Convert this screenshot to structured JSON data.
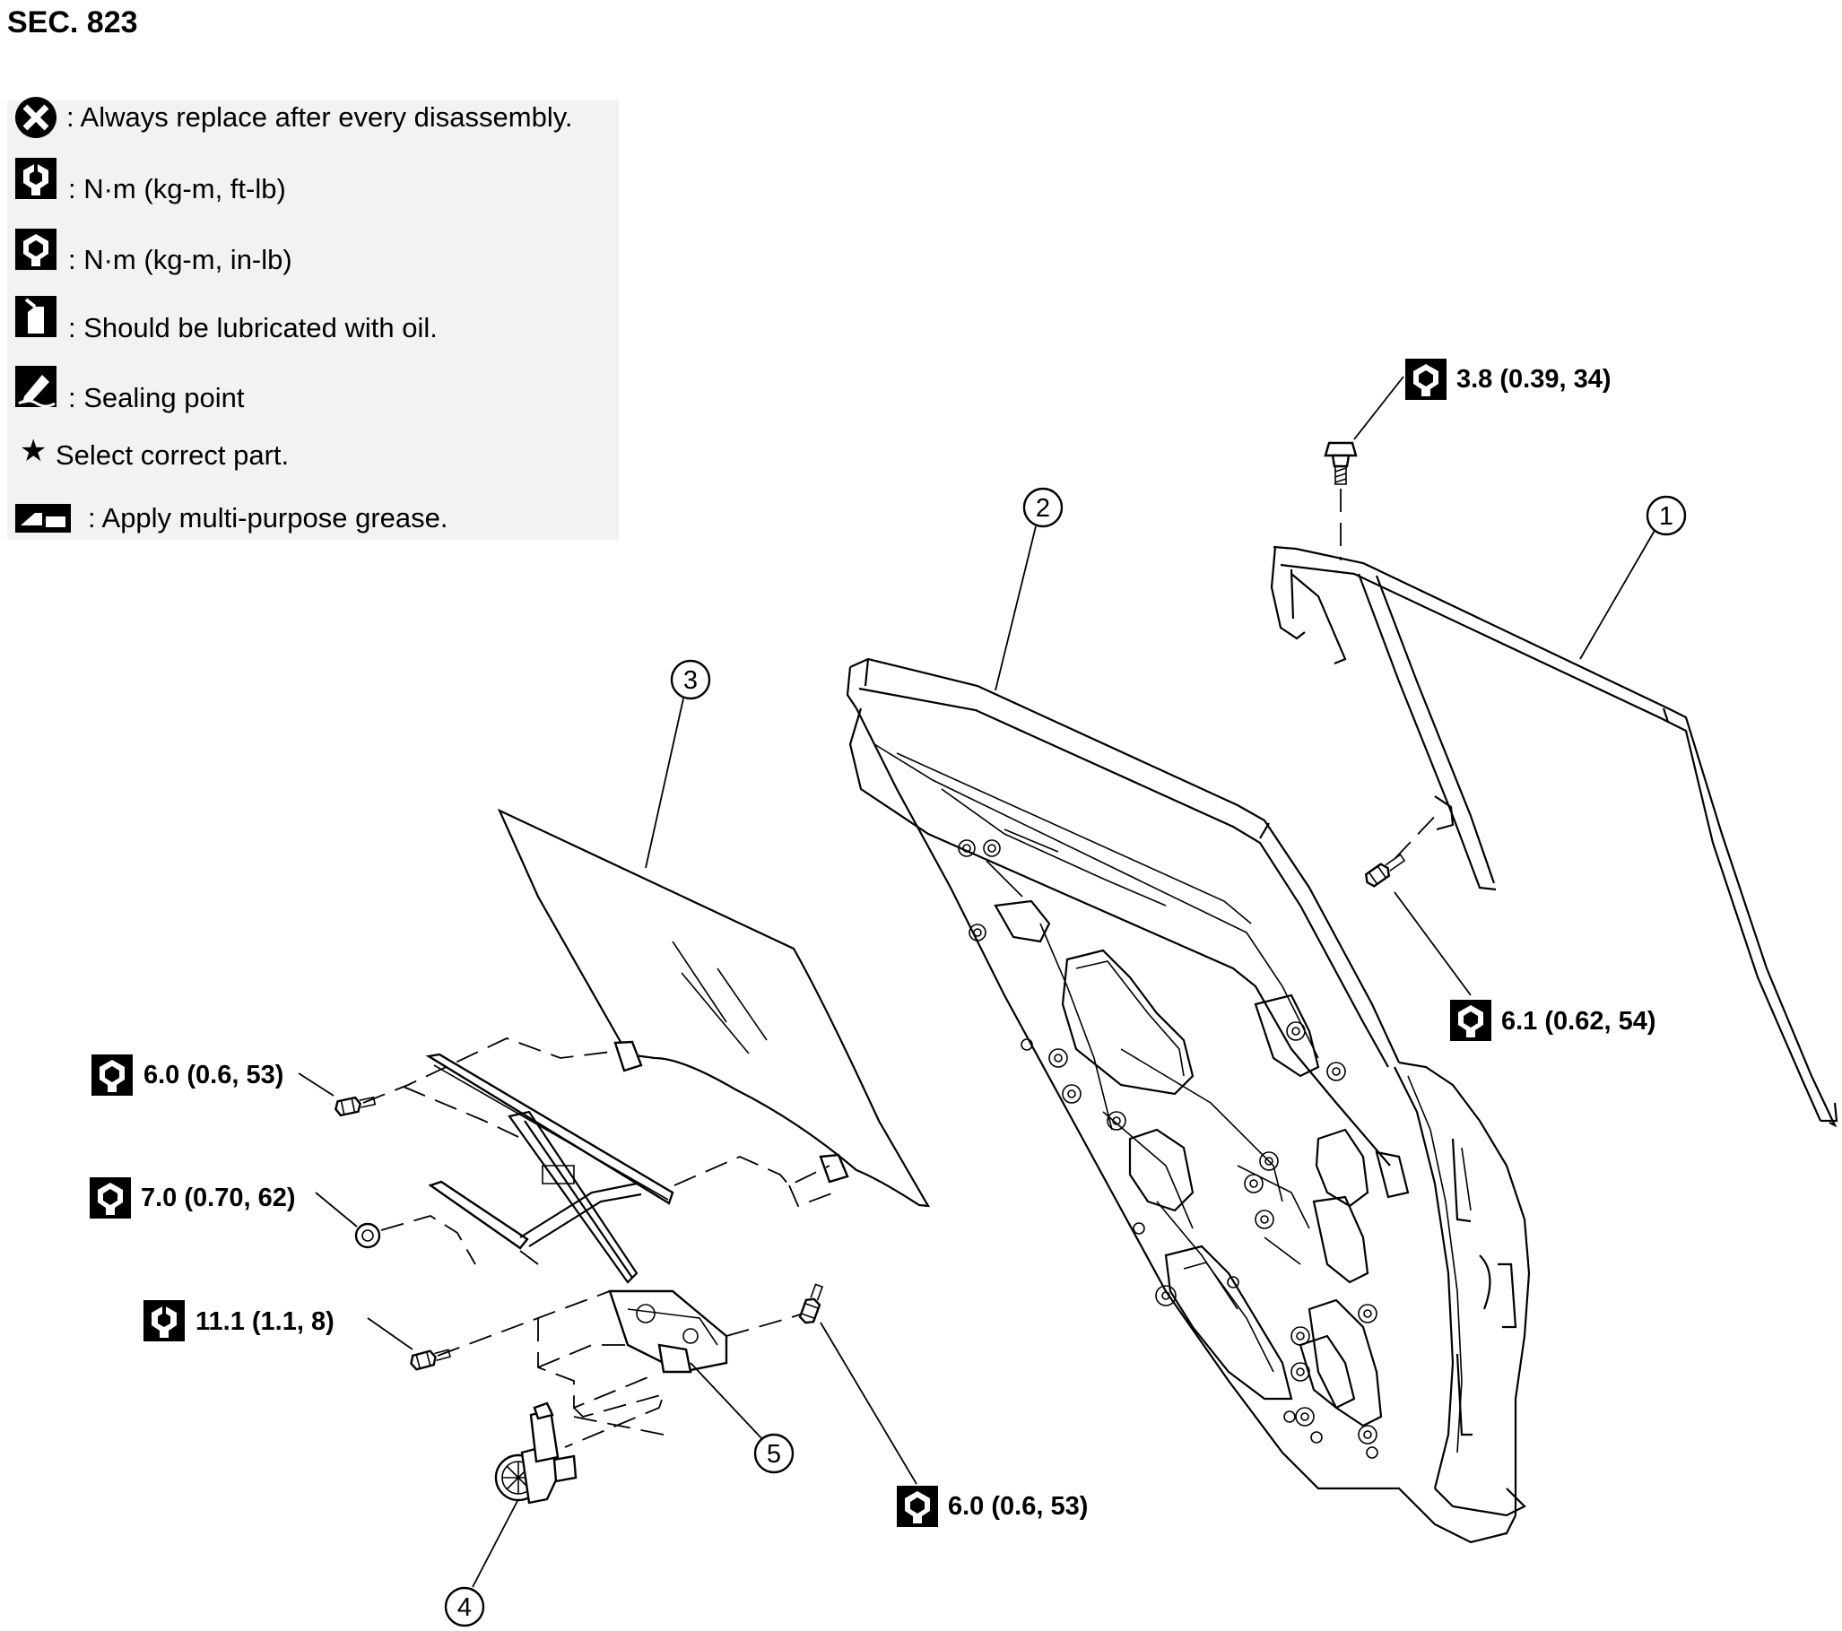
{
  "section": "SEC. 823",
  "legend": [
    {
      "icon": "x-circle-icon",
      "text": ": Always replace after every disassembly."
    },
    {
      "icon": "torque-open-wrench-icon",
      "text": ": N·m (kg-m, ft-lb)"
    },
    {
      "icon": "torque-solid-wrench-icon",
      "text": ": N·m (kg-m, in-lb)"
    },
    {
      "icon": "oil-can-icon",
      "text": ": Should be lubricated with oil."
    },
    {
      "icon": "sealing-icon",
      "text": ": Sealing point"
    },
    {
      "icon": "star-icon",
      "text": "Select correct part."
    },
    {
      "icon": "grease-icon",
      "text": ": Apply multi-purpose grease."
    }
  ],
  "callouts": [
    "1",
    "2",
    "3",
    "4",
    "5"
  ],
  "torques": [
    {
      "icon": "torque-solid-wrench-icon",
      "text": "3.8 (0.39, 34)"
    },
    {
      "icon": "torque-solid-wrench-icon",
      "text": "6.1 (0.62, 54)"
    },
    {
      "icon": "torque-solid-wrench-icon",
      "text": "6.0 (0.6, 53)"
    },
    {
      "icon": "torque-solid-wrench-icon",
      "text": "7.0 (0.70, 62)"
    },
    {
      "icon": "torque-open-wrench-icon",
      "text": "11.1 (1.1, 8)"
    },
    {
      "icon": "torque-solid-wrench-icon",
      "text": "6.0 (0.6, 53)"
    }
  ]
}
